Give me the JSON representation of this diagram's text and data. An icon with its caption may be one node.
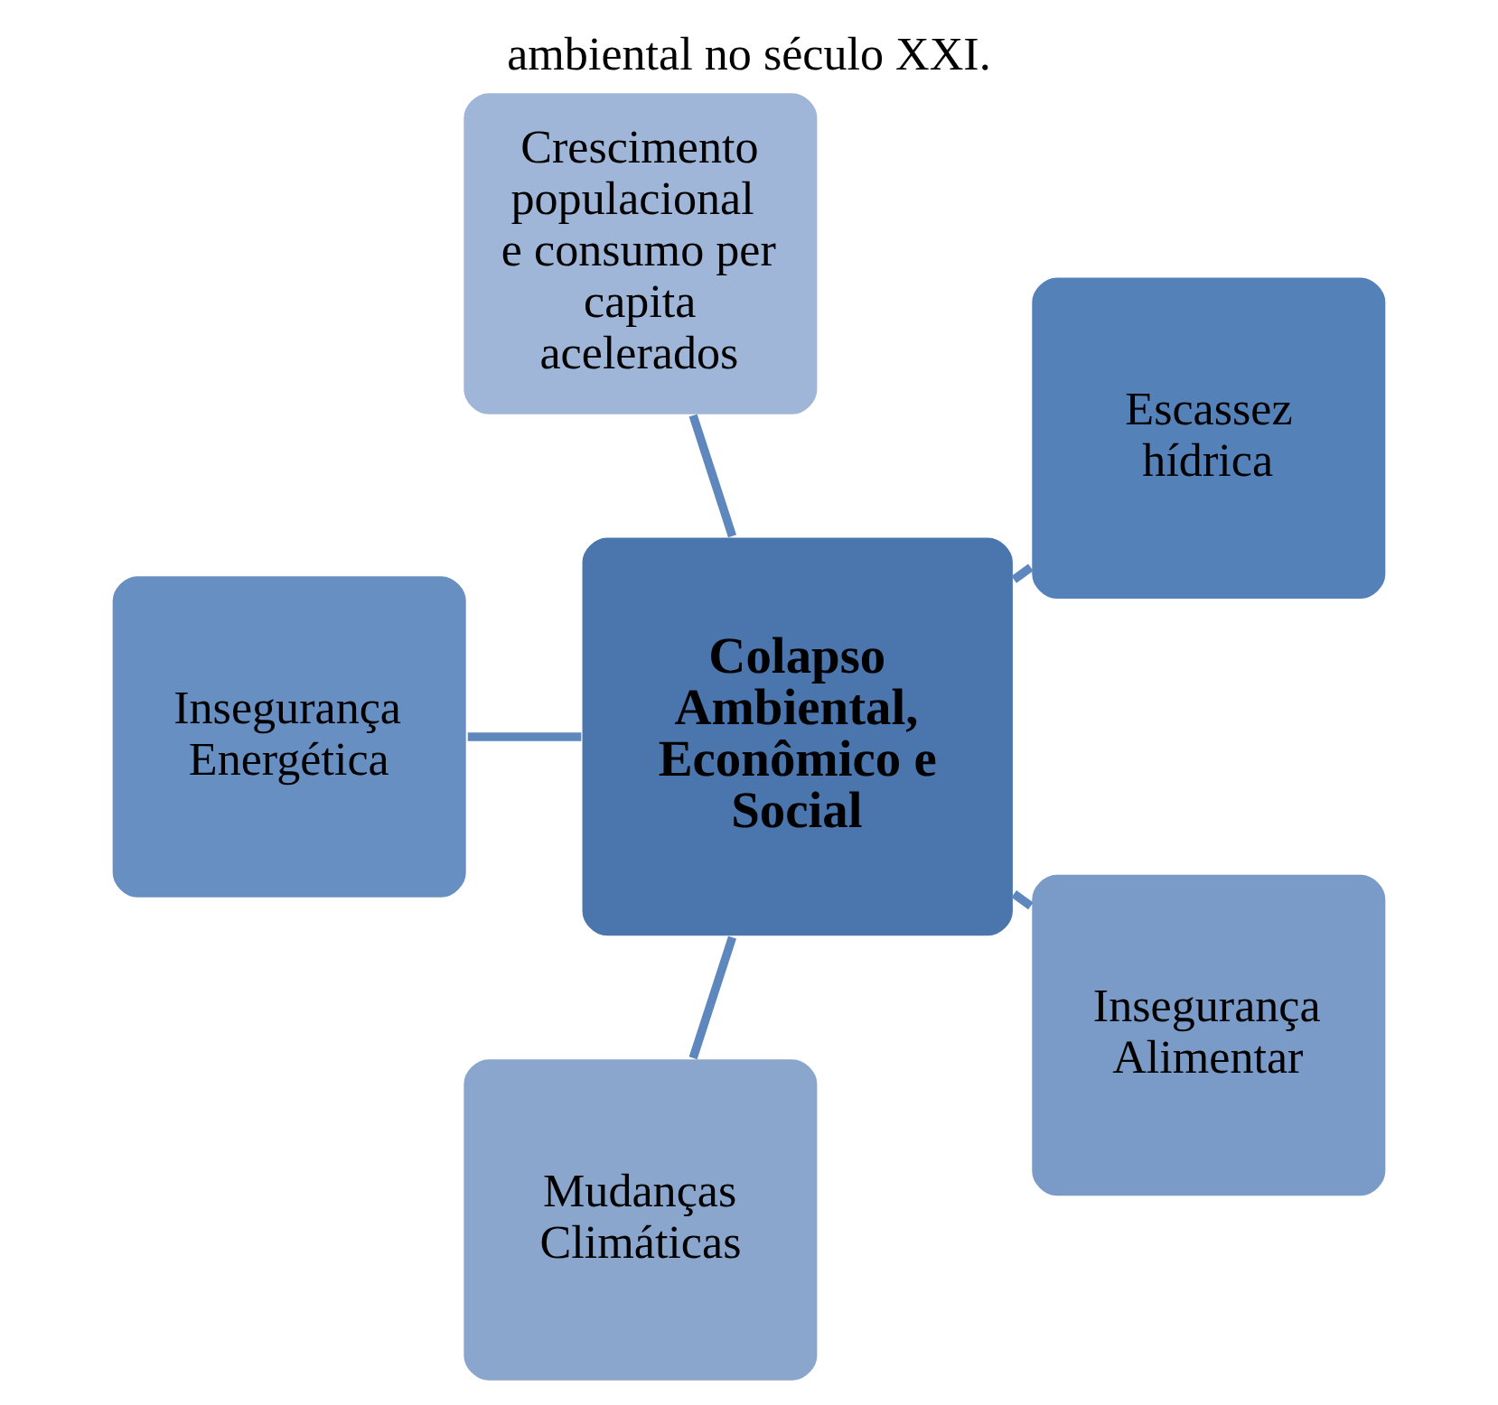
{
  "diagram": {
    "title": "ambiental no século XXI.",
    "nodes": [
      {
        "text": [
          "Escassez hídrica"
        ]
      },
      {
        "text": [
          "Crescimento populacional  e consumo per capita acelerados"
        ]
      },
      {
        "text": [
          "Insegurança Energética"
        ]
      },
      {
        "text": [
          "Colapso Ambiental, Econômico e Social"
        ]
      },
      {
        "text": [
          "Mudanças Climáticas"
        ]
      },
      {
        "text": [
          "Insegurança Alimentar"
        ]
      }
    ],
    "edges": [
      {
        "from": 3,
        "to": 0,
        "arrow": "none"
      },
      {
        "from": 3,
        "to": 2,
        "arrow": "none"
      },
      {
        "from": 3,
        "to": 5,
        "arrow": "none"
      },
      {
        "from": 3,
        "to": 4,
        "arrow": "none"
      },
      {
        "from": 3,
        "to": 1,
        "arrow": "none"
      }
    ]
  }
}
